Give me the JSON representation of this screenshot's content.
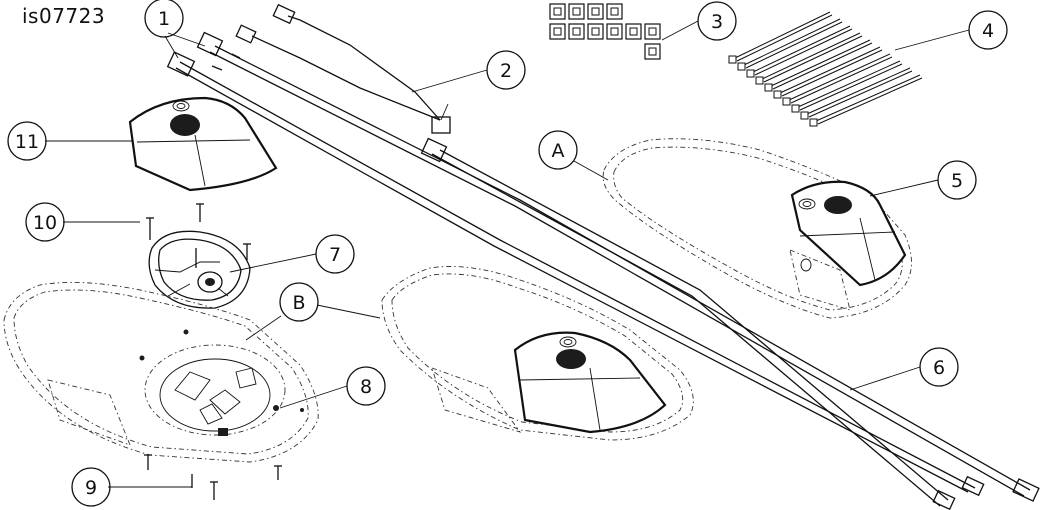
{
  "document_id": "is07723",
  "callouts": {
    "c1": "1",
    "c2": "2",
    "c3": "3",
    "c4": "4",
    "c5": "5",
    "c6": "6",
    "c7": "7",
    "c8": "8",
    "c9": "9",
    "c10": "10",
    "c11": "11",
    "cA": "A",
    "cB": "B"
  },
  "colors": {
    "ink": "#111111",
    "background": "#ffffff"
  }
}
